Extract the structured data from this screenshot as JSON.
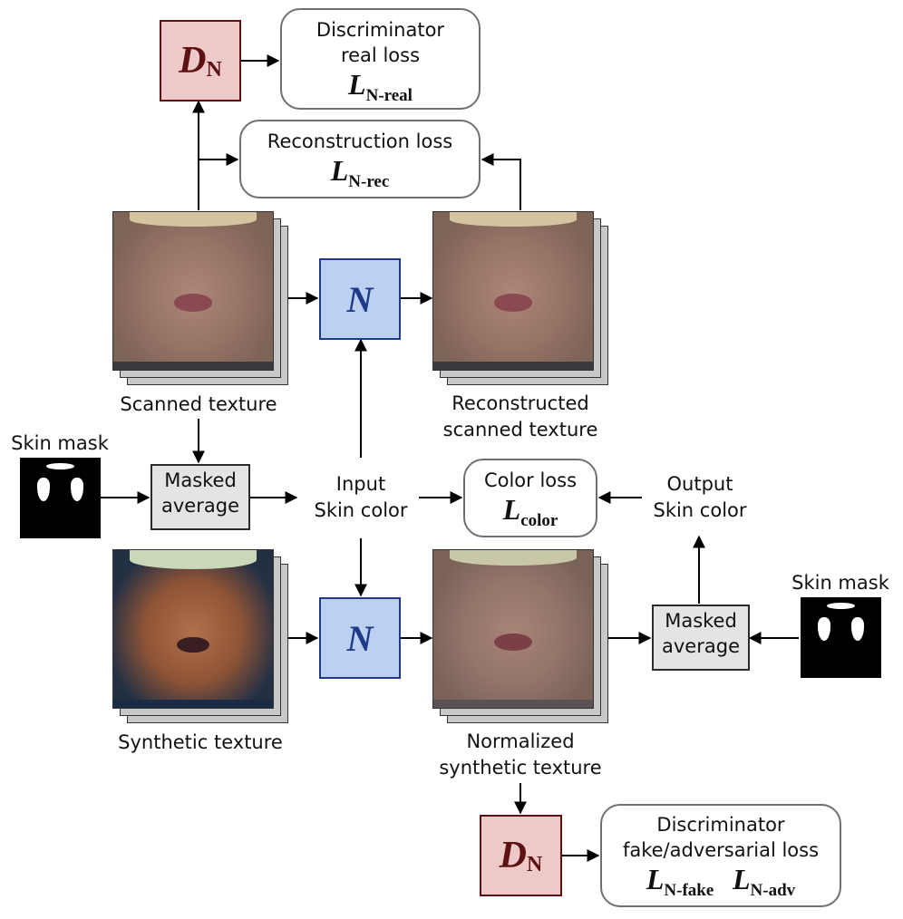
{
  "labels": {
    "d_symbol": "D",
    "d_subscript": "N",
    "n_symbol": "N",
    "l_symbol": "L",
    "scanned_texture": "Scanned texture",
    "reconstructed_line1": "Reconstructed",
    "reconstructed_line2": "scanned texture",
    "skin_mask": "Skin mask",
    "masked_line1": "Masked",
    "masked_line2": "average",
    "input_line1": "Input",
    "input_line2": "Skin color",
    "output_line1": "Output",
    "output_line2": "Skin color",
    "synthetic_texture": "Synthetic texture",
    "normalized_line1": "Normalized",
    "normalized_line2": "synthetic texture"
  },
  "losses": {
    "real": {
      "line1": "Discriminator",
      "line2": "real loss",
      "subscript": "N-real"
    },
    "rec": {
      "line1": "Reconstruction loss",
      "subscript": "N-rec"
    },
    "color": {
      "line1": "Color loss",
      "subscript": "color"
    },
    "fake": {
      "line1": "Discriminator",
      "line2": "fake/adversarial loss",
      "subscript1": "N-fake",
      "subscript2": "N-adv"
    }
  },
  "colors": {
    "discriminator_fill": "#eec9c9",
    "discriminator_border": "#5e1111",
    "normalizer_fill": "#bcd0f2",
    "normalizer_border": "#1f3a8a",
    "masked_fill": "#e4e4e4",
    "loss_border": "#707070"
  }
}
